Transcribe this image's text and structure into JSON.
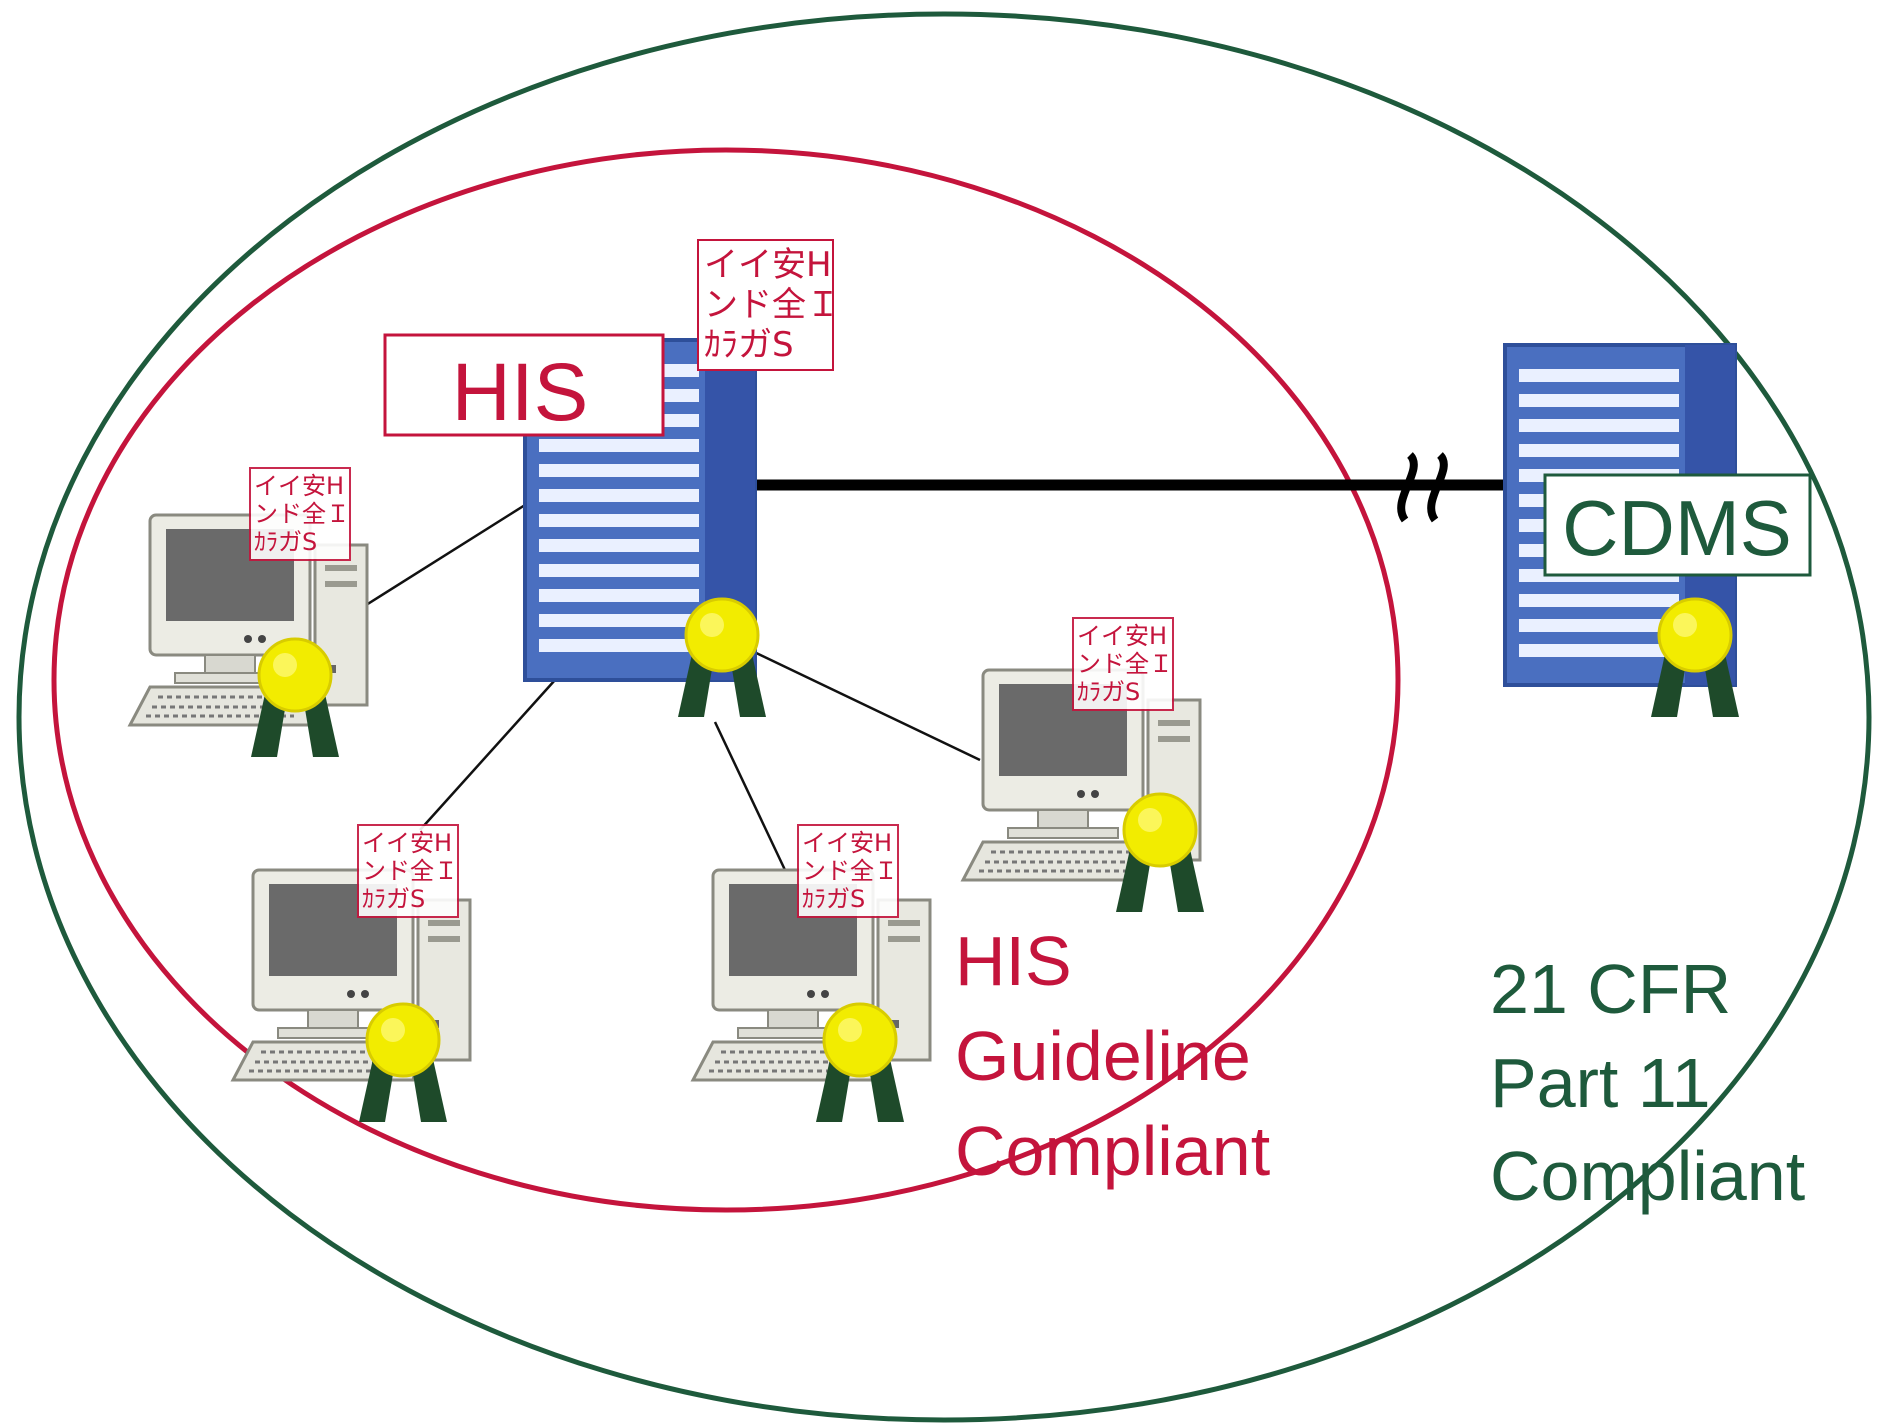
{
  "labels": {
    "his_server": "HIS",
    "cdms_server": "CDMS",
    "his_zone": [
      "HIS",
      "Guideline",
      "Compliant"
    ],
    "cfr_zone": [
      "21 CFR",
      "Part 11",
      "Compliant"
    ]
  },
  "stamp": [
    "イイ安H",
    "ンド全Ｉ",
    "ｶﾗガS"
  ],
  "colors": {
    "outer_ellipse": "#1e5a3c",
    "inner_ellipse": "#c4143c",
    "his_text": "#c4143c",
    "cfr_text": "#1e5a3c",
    "server_blue": "#4a6fc0",
    "medal_yellow": "#f2ec00",
    "ribbon_green": "#1e4a2a",
    "stamp_red": "#c4143c"
  },
  "icons": {
    "server": "server-rack-icon",
    "workstation": "desktop-computer-icon",
    "medal": "certification-medal-icon",
    "link_break": "broken-link-icon"
  }
}
